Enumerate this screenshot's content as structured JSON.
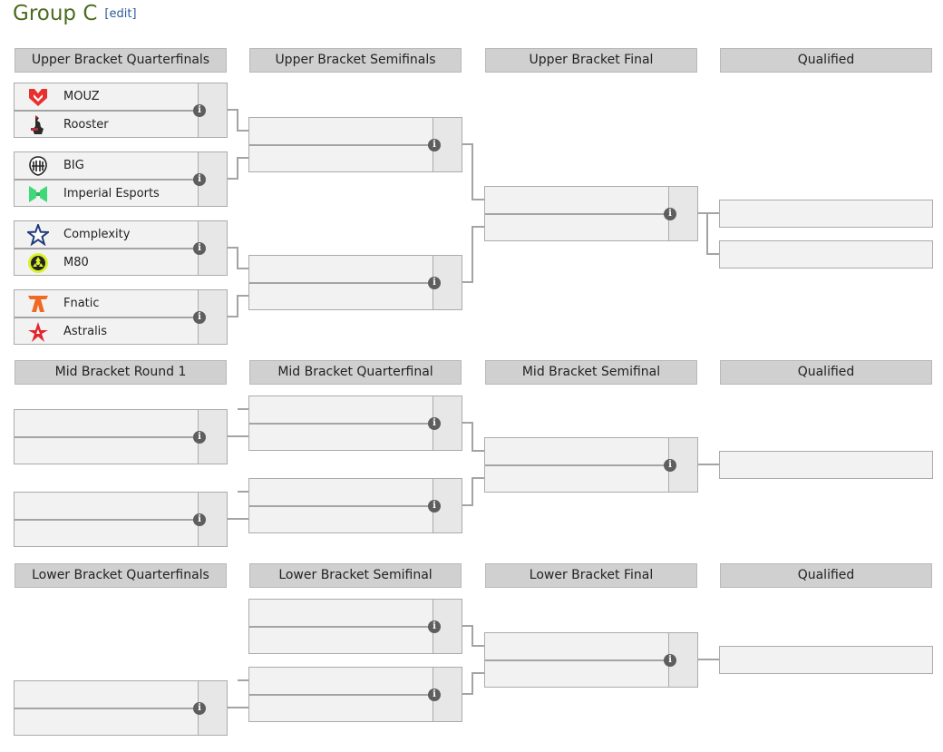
{
  "page": {
    "title": "Group C",
    "edit_label": "edit"
  },
  "upper": {
    "headers": [
      "Upper Bracket Quarterfinals",
      "Upper Bracket Semifinals",
      "Upper Bracket Final",
      "Qualified"
    ],
    "quarterfinals": [
      {
        "team1": {
          "name": "MOUZ",
          "logo": "mouz-logo"
        },
        "team2": {
          "name": "Rooster",
          "logo": "rooster-logo"
        }
      },
      {
        "team1": {
          "name": "BIG",
          "logo": "big-logo"
        },
        "team2": {
          "name": "Imperial Esports",
          "logo": "imperial-logo"
        }
      },
      {
        "team1": {
          "name": "Complexity",
          "logo": "complexity-logo"
        },
        "team2": {
          "name": "M80",
          "logo": "m80-logo"
        }
      },
      {
        "team1": {
          "name": "Fnatic",
          "logo": "fnatic-logo"
        },
        "team2": {
          "name": "Astralis",
          "logo": "astralis-logo"
        }
      }
    ]
  },
  "mid": {
    "headers": [
      "Mid Bracket Round 1",
      "Mid Bracket Quarterfinal",
      "Mid Bracket Semifinal",
      "Qualified"
    ]
  },
  "lower": {
    "headers": [
      "Lower Bracket Quarterfinals",
      "Lower Bracket Semifinal",
      "Lower Bracket Final",
      "Qualified"
    ]
  },
  "icons": {
    "match_info": "info-icon"
  },
  "colors": {
    "title": "#4b6b1e",
    "link": "#2b5a9c",
    "header_bg": "#d0d0d0",
    "match_bg": "#f2f2f2",
    "connector": "#a4a4a4"
  }
}
